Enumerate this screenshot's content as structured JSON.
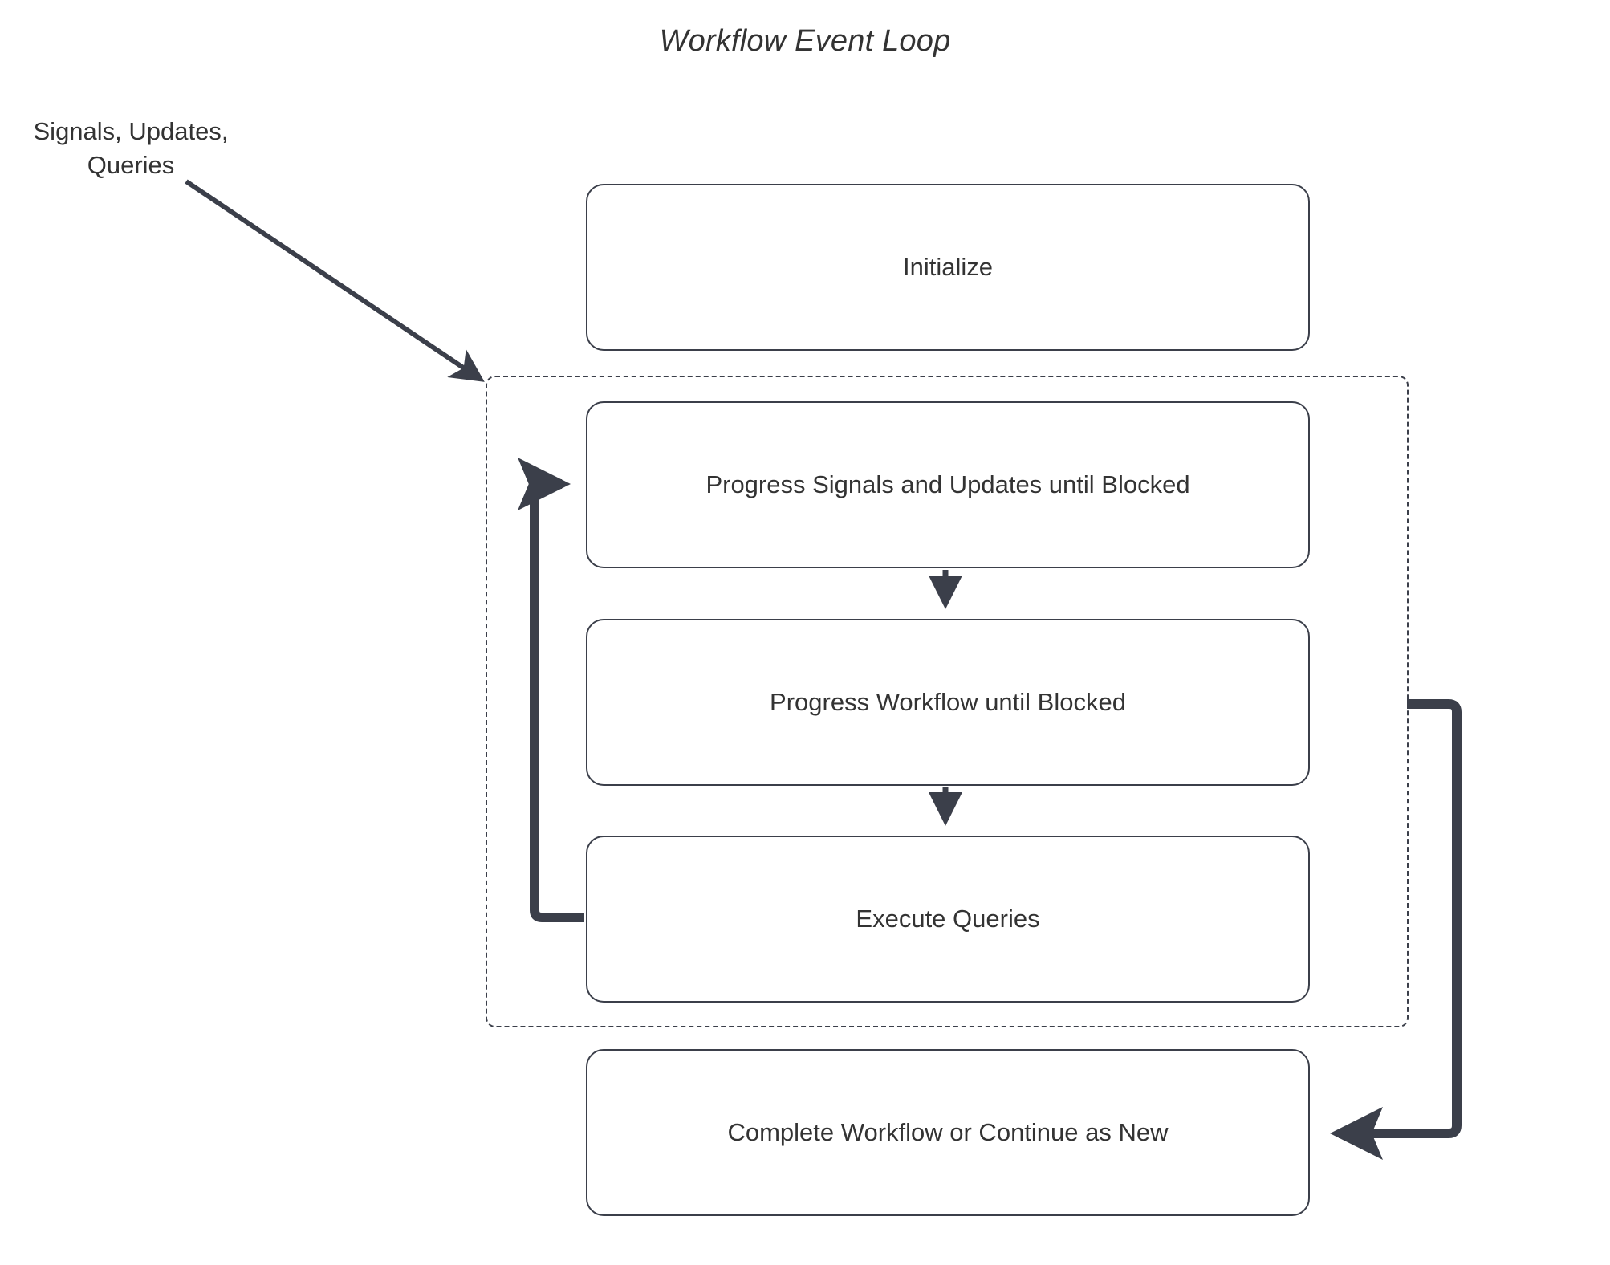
{
  "diagram": {
    "title": "Workflow Event Loop",
    "external_label": {
      "line1": "Signals, Updates,",
      "line2": "Queries"
    },
    "nodes": [
      {
        "id": "initialize",
        "label": "Initialize"
      },
      {
        "id": "progress-signals",
        "label": "Progress Signals and Updates until Blocked"
      },
      {
        "id": "progress-workflow",
        "label": "Progress Workflow until Blocked"
      },
      {
        "id": "execute-queries",
        "label": "Execute Queries"
      },
      {
        "id": "complete-workflow",
        "label": "Complete Workflow or Continue as New"
      }
    ],
    "group": {
      "id": "event-loop-group",
      "style": "dashed"
    },
    "edges": [
      {
        "from": "external-input",
        "to": "event-loop-group",
        "label": ""
      },
      {
        "from": "progress-signals",
        "to": "progress-workflow",
        "label": ""
      },
      {
        "from": "progress-workflow",
        "to": "execute-queries",
        "label": ""
      },
      {
        "from": "execute-queries",
        "to": "progress-signals",
        "label": ""
      },
      {
        "from": "event-loop-group",
        "to": "complete-workflow",
        "label": ""
      }
    ],
    "colors": {
      "node_border": "#3b3f4a",
      "text": "#333333",
      "edge": "#3b3f4a",
      "background": "#ffffff"
    }
  }
}
